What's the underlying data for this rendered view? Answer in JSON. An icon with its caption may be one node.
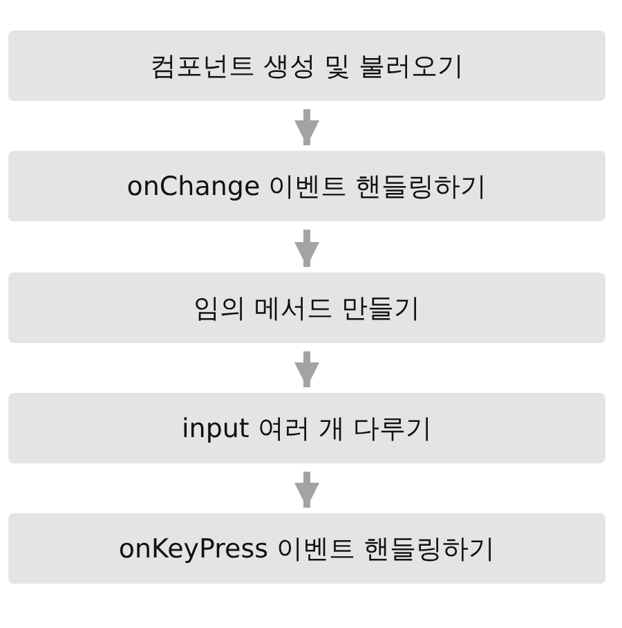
{
  "diagram": {
    "nodes": [
      {
        "text": [
          "컴포넌트 생성 및 불러오기"
        ]
      },
      {
        "text": [
          "onChange 이벤트 핸들링하기"
        ]
      },
      {
        "text": [
          "임의 메서드 만들기"
        ]
      },
      {
        "text": [
          "input 여러 개 다루기"
        ]
      },
      {
        "text": [
          "onKeyPress 이벤트 핸들링하기"
        ]
      }
    ],
    "edges": [
      {
        "from": 0,
        "to": 1,
        "arrow": "to"
      },
      {
        "from": 1,
        "to": 2,
        "arrow": "to"
      },
      {
        "from": 2,
        "to": 3,
        "arrow": "to"
      },
      {
        "from": 3,
        "to": 4,
        "arrow": "to"
      }
    ]
  }
}
